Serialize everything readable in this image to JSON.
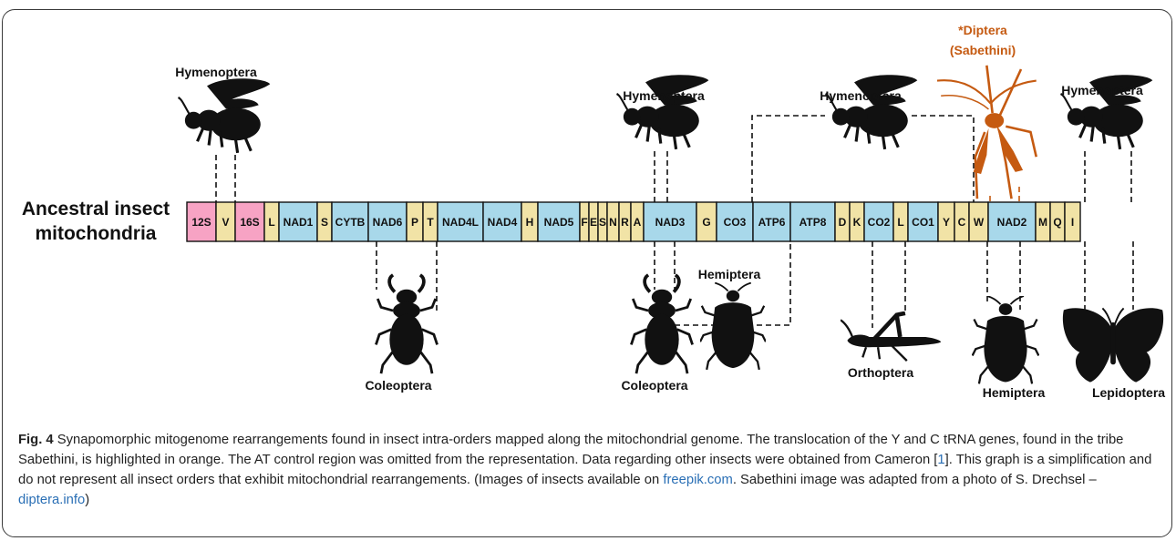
{
  "colors": {
    "pink": "#f7a3c4",
    "blue": "#a8d8ea",
    "yellow": "#f1e3a6",
    "orange": "#c55a11",
    "silhouette": "#111111",
    "link": "#2a6fb5"
  },
  "row_label": [
    "Ancestral insect",
    "mitochondria"
  ],
  "genes": [
    {
      "name": "12S",
      "type": "rRNA"
    },
    {
      "name": "V",
      "type": "tRNA"
    },
    {
      "name": "16S",
      "type": "rRNA"
    },
    {
      "name": "L",
      "type": "tRNA"
    },
    {
      "name": "NAD1",
      "type": "protein"
    },
    {
      "name": "S",
      "type": "tRNA"
    },
    {
      "name": "CYTB",
      "type": "protein"
    },
    {
      "name": "NAD6",
      "type": "protein"
    },
    {
      "name": "P",
      "type": "tRNA"
    },
    {
      "name": "T",
      "type": "tRNA"
    },
    {
      "name": "NAD4L",
      "type": "protein"
    },
    {
      "name": "NAD4",
      "type": "protein"
    },
    {
      "name": "H",
      "type": "tRNA"
    },
    {
      "name": "NAD5",
      "type": "protein"
    },
    {
      "name": "F",
      "type": "tRNA"
    },
    {
      "name": "E",
      "type": "tRNA"
    },
    {
      "name": "S",
      "type": "tRNA"
    },
    {
      "name": "N",
      "type": "tRNA"
    },
    {
      "name": "R",
      "type": "tRNA"
    },
    {
      "name": "A",
      "type": "tRNA"
    },
    {
      "name": "NAD3",
      "type": "protein"
    },
    {
      "name": "G",
      "type": "tRNA"
    },
    {
      "name": "CO3",
      "type": "protein"
    },
    {
      "name": "ATP6",
      "type": "protein"
    },
    {
      "name": "ATP8",
      "type": "protein"
    },
    {
      "name": "D",
      "type": "tRNA"
    },
    {
      "name": "K",
      "type": "tRNA"
    },
    {
      "name": "CO2",
      "type": "protein"
    },
    {
      "name": "L",
      "type": "tRNA"
    },
    {
      "name": "CO1",
      "type": "protein"
    },
    {
      "name": "Y",
      "type": "tRNA"
    },
    {
      "name": "C",
      "type": "tRNA"
    },
    {
      "name": "W",
      "type": "tRNA"
    },
    {
      "name": "NAD2",
      "type": "protein"
    },
    {
      "name": "M",
      "type": "tRNA"
    },
    {
      "name": "Q",
      "type": "tRNA"
    },
    {
      "name": "I",
      "type": "tRNA"
    }
  ],
  "insects": {
    "hymenoptera_1": "Hymenoptera",
    "hymenoptera_2": "Hymenoptera",
    "hymenoptera_3": "Hymenoptera",
    "hymenoptera_4": "Hymenoptera",
    "diptera": [
      "*Diptera",
      "(Sabethini)"
    ],
    "coleoptera_1": "Coleoptera",
    "coleoptera_2": "Coleoptera",
    "hemiptera_1": "Hemiptera",
    "hemiptera_2": "Hemiptera",
    "orthoptera": "Orthoptera",
    "lepidoptera": "Lepidoptera"
  },
  "caption": {
    "fig_label": "Fig. 4",
    "text_1": " Synapomorphic mitogenome rearrangements found in insect intra-orders mapped along the mitochondrial genome. The translocation of the Y and C tRNA genes, found in the tribe Sabethini, is highlighted in orange. The AT control region was omitted from the representation. Data regarding other insects were obtained from Cameron [",
    "ref": "1",
    "text_2": "]. This graph is a simplification and do not represent all insect orders that exhibit mitochondrial rearrangements. (Images of insects available on ",
    "link_1": "freepik.com",
    "text_3": ". Sabethini image was adapted from a photo of S. Drechsel – ",
    "link_2": "diptera.info",
    "text_4": ")"
  }
}
